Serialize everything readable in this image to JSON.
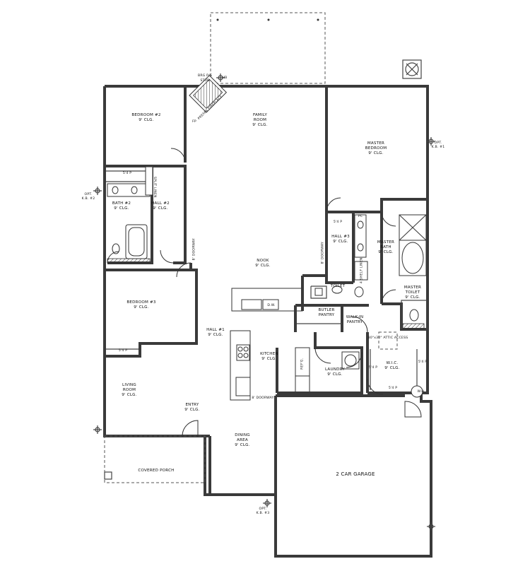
{
  "plan": {
    "rooms": {
      "bedroom2": {
        "name": "BEDROOM #2",
        "ceiling": "9' CLG."
      },
      "family": {
        "name": "FAMILY",
        "name2": "ROOM",
        "ceiling": "9' CLG."
      },
      "master_bedroom": {
        "name": "MASTER",
        "name2": "BEDROOM",
        "ceiling": "9' CLG."
      },
      "bath2": {
        "name": "BATH #2",
        "ceiling": "9' CLG."
      },
      "hall2": {
        "name": "HALL #2",
        "ceiling": "9' CLG."
      },
      "hall3": {
        "name": "HALL #3",
        "ceiling": "9' CLG."
      },
      "master_bath": {
        "name": "MASTER",
        "name2": "BATH",
        "ceiling": "9' CLG."
      },
      "nook": {
        "name": "NOOK",
        "ceiling": "9' CLG."
      },
      "bedroom3": {
        "name": "BEDROOM #3",
        "ceiling": "9' CLG."
      },
      "toilet": {
        "name": "TOILET"
      },
      "master_toilet": {
        "name": "MASTER",
        "name2": "TOILET",
        "ceiling": "9' CLG."
      },
      "butler_pantry": {
        "name": "BUTLER",
        "name2": "PANTRY"
      },
      "walkin_pantry": {
        "name": "WALK-IN",
        "name2": "PANTRY"
      },
      "hall1": {
        "name": "HALL #1",
        "ceiling": "9' CLG."
      },
      "kitchen": {
        "name": "KITCHEN",
        "ceiling": "9' CLG."
      },
      "laundry": {
        "name": "LAUNDRY",
        "ceiling": "9' CLG."
      },
      "wic": {
        "name": "W.I.C.",
        "ceiling": "9' CLG."
      },
      "living": {
        "name": "LIVING",
        "name2": "ROOM",
        "ceiling": "9' CLG."
      },
      "entry": {
        "name": "ENTRY",
        "ceiling": "9' CLG."
      },
      "dining": {
        "name": "DINING",
        "name2": "AREA",
        "ceiling": "9' CLG."
      },
      "porch": {
        "name": "COVERED PORCH"
      },
      "garage": {
        "name": "2 CAR GARAGE"
      }
    },
    "notes": {
      "shelf_54p_a": "5'4 P",
      "shelf_54p_b": "5'4 P",
      "shelf_54p_c": "5'4 P",
      "shelf_54p_d": "5'4 P",
      "shelf_54p_e": "5'4 P",
      "shelf_54p_f": "5'4 P",
      "doorway_8_a": "8' DOORWAY",
      "doorway_8_b": "8' DOORWAY",
      "doorway_8_c": "8' DOORWAY",
      "split_linen": "SPLIT LINEN",
      "shelf_linen": "4 SHELF LINEN",
      "dw": "D.W.",
      "refg": "REF'G.",
      "attic": "30\"x30\" ATTIC ACCESS",
      "opt_kb1": "OPT.",
      "opt_kb1b": "K.B. #1",
      "opt_kb2": "OPT.",
      "opt_kb2b": "K.B. #2",
      "opt_kb3": "OPT.",
      "opt_kb3b": "K.B. #3",
      "hb": "HB",
      "brg": "BRG P/S",
      "stub": "STUB",
      "wh": "W.H.",
      "fp": "FP",
      "pc": "PC",
      "fireplace": "PREFAB FIREPLACE"
    }
  }
}
